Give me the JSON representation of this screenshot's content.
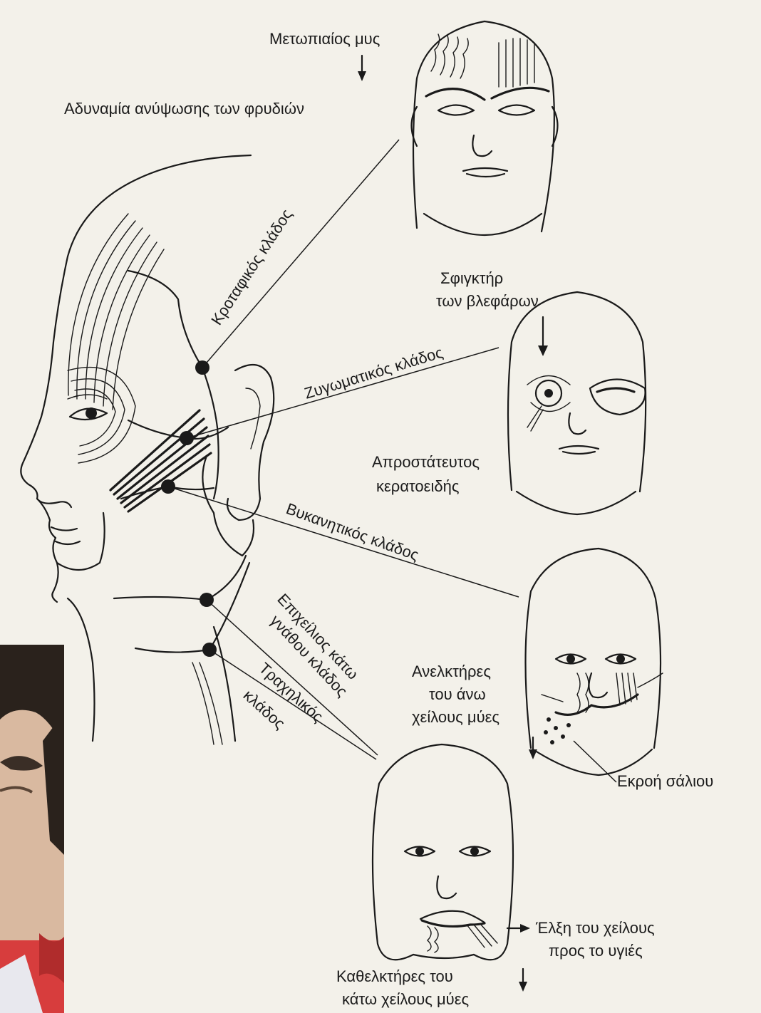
{
  "labels": {
    "frontalis_muscle": "Μετωπιαίος μυς",
    "brow_weakness": "Αδυναμία ανύψωσης των φρυδιών",
    "temporal_branch": "Κροταφικός κλάδος",
    "orbicularis_line1": "Σφιγκτήρ",
    "orbicularis_line2": "των βλεφάρων",
    "zygomatic_branch": "Ζυγωματικός κλάδος",
    "unprotected_line1": "Απροστάτευτος",
    "unprotected_line2": "κερατοειδής",
    "buccal_branch": "Βυκανητικός κλάδος",
    "mandibular_line1": "Επιχείλιος κάτω",
    "mandibular_line2": "γνάθου κλάδος",
    "cervical_line1": "Τραχηλικός",
    "cervical_line2": "κλάδος",
    "levators_line1": "Ανελκτήρες",
    "levators_line2": "του άνω",
    "levators_line3": "χείλους μύες",
    "drooling": "Εκροή σάλιου",
    "pull_line1": "Έλξη του χείλους",
    "pull_line2": "προς το υγιές",
    "depressors_line1": "Καθελκτήρες του",
    "depressors_line2": "κάτω χείλους μύες"
  },
  "icons": {
    "photo": "patient-photo",
    "arrow": "down-arrow-icon"
  }
}
